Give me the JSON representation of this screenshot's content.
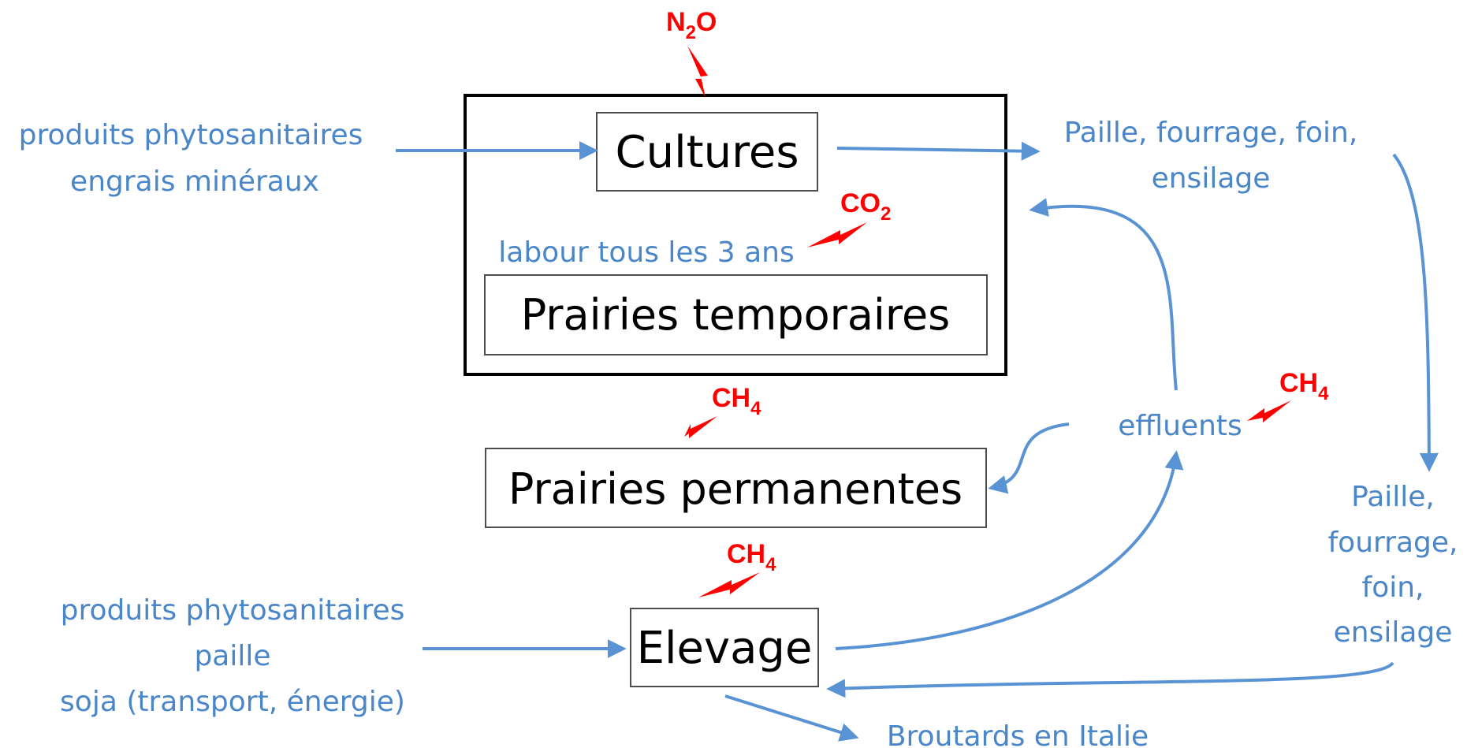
{
  "boxes": {
    "cultures": "Cultures",
    "prairies_temporaires": "Prairies temporaires",
    "prairies_permanentes": "Prairies permanentes",
    "elevage": "Elevage"
  },
  "inputs_top": [
    "produits phytosanitaires",
    "engrais minéraux"
  ],
  "inputs_bottom": [
    "produits phytosanitaires",
    "paille",
    "soja (transport, énergie)"
  ],
  "labour": "labour tous les 3 ans",
  "outputs_top": [
    "Paille, fourrage, foin,",
    "ensilage"
  ],
  "outputs_right": [
    "Paille,",
    "fourrage,",
    "foin,",
    "ensilage"
  ],
  "effluents": "effluents",
  "broutards": "Broutards en Italie",
  "gases": {
    "n2o": {
      "main": "N",
      "sub": "2",
      "tail": "O"
    },
    "co2": {
      "main": "CO",
      "sub": "2"
    },
    "ch4_effluents": {
      "main": "CH",
      "sub": "4"
    },
    "ch4_prairies": {
      "main": "CH",
      "sub": "4"
    },
    "ch4_elevage": {
      "main": "CH",
      "sub": "4"
    }
  },
  "colors": {
    "text_blue": "#4a86c8",
    "arrow_blue": "#5a93d4",
    "emission_red": "#ff0000"
  }
}
